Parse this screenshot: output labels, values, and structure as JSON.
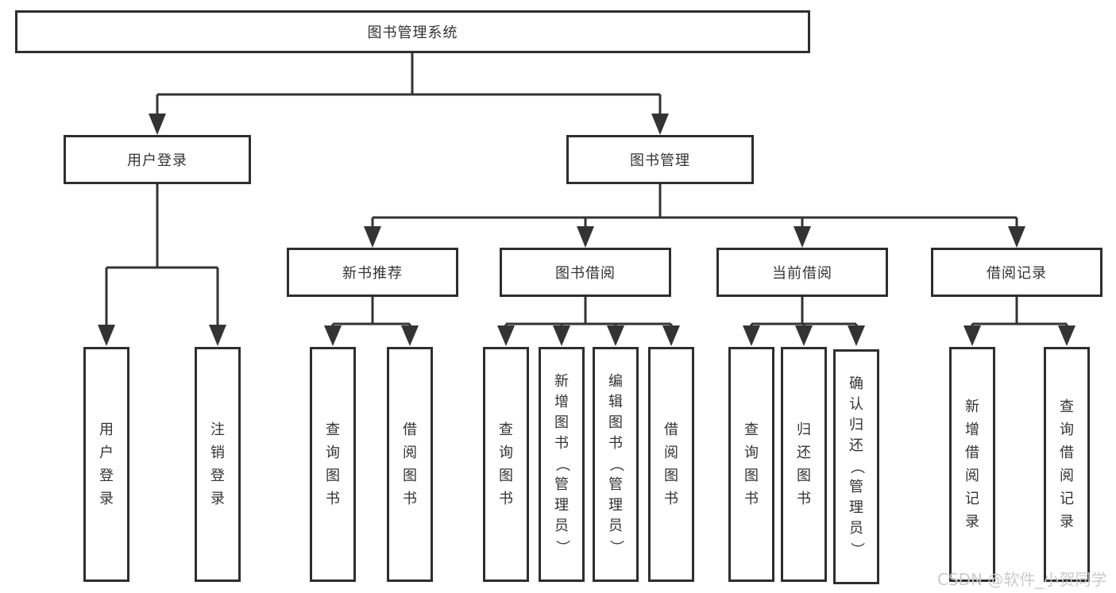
{
  "tree": {
    "label": "图书管理系统",
    "children": [
      {
        "label": "用户登录",
        "children": [
          {
            "label": "用户登录"
          },
          {
            "label": "注销登录"
          }
        ]
      },
      {
        "label": "图书管理",
        "children": [
          {
            "label": "新书推荐",
            "children": [
              {
                "label": "查询图书"
              },
              {
                "label": "借阅图书"
              }
            ]
          },
          {
            "label": "图书借阅",
            "children": [
              {
                "label": "查询图书"
              },
              {
                "label": "新增图书（管理员）"
              },
              {
                "label": "编辑图书（管理员）"
              },
              {
                "label": "借阅图书"
              }
            ]
          },
          {
            "label": "当前借阅",
            "children": [
              {
                "label": "查询图书"
              },
              {
                "label": "归还图书"
              },
              {
                "label": "确认归还（管理员）"
              }
            ]
          },
          {
            "label": "借阅记录",
            "children": [
              {
                "label": "新增借阅记录"
              },
              {
                "label": "查询借阅记录"
              }
            ]
          }
        ]
      }
    ]
  },
  "watermark": {
    "text": "CSDN @软件_小贺同学"
  },
  "colors": {
    "line": "#333333",
    "border": "#2e2e2e",
    "text": "#333333",
    "watermark": "#c9c9c9",
    "background": "#ffffff"
  }
}
